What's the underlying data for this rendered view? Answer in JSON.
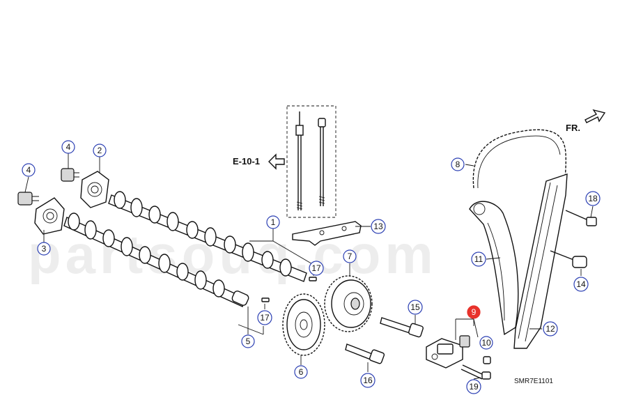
{
  "watermark": "partsouq.com",
  "reference_label": "E-10-1",
  "direction_label": "FR.",
  "diagram_code": "SMR7E1101",
  "highlighted_callout": "9",
  "callouts": [
    {
      "label": "1"
    },
    {
      "label": "2"
    },
    {
      "label": "3"
    },
    {
      "label": "4"
    },
    {
      "label": "4"
    },
    {
      "label": "5"
    },
    {
      "label": "6"
    },
    {
      "label": "7"
    },
    {
      "label": "8"
    },
    {
      "label": "9"
    },
    {
      "label": "10"
    },
    {
      "label": "11"
    },
    {
      "label": "12"
    },
    {
      "label": "13"
    },
    {
      "label": "14"
    },
    {
      "label": "15"
    },
    {
      "label": "16"
    },
    {
      "label": "17"
    },
    {
      "label": "17"
    },
    {
      "label": "18"
    },
    {
      "label": "19"
    }
  ]
}
